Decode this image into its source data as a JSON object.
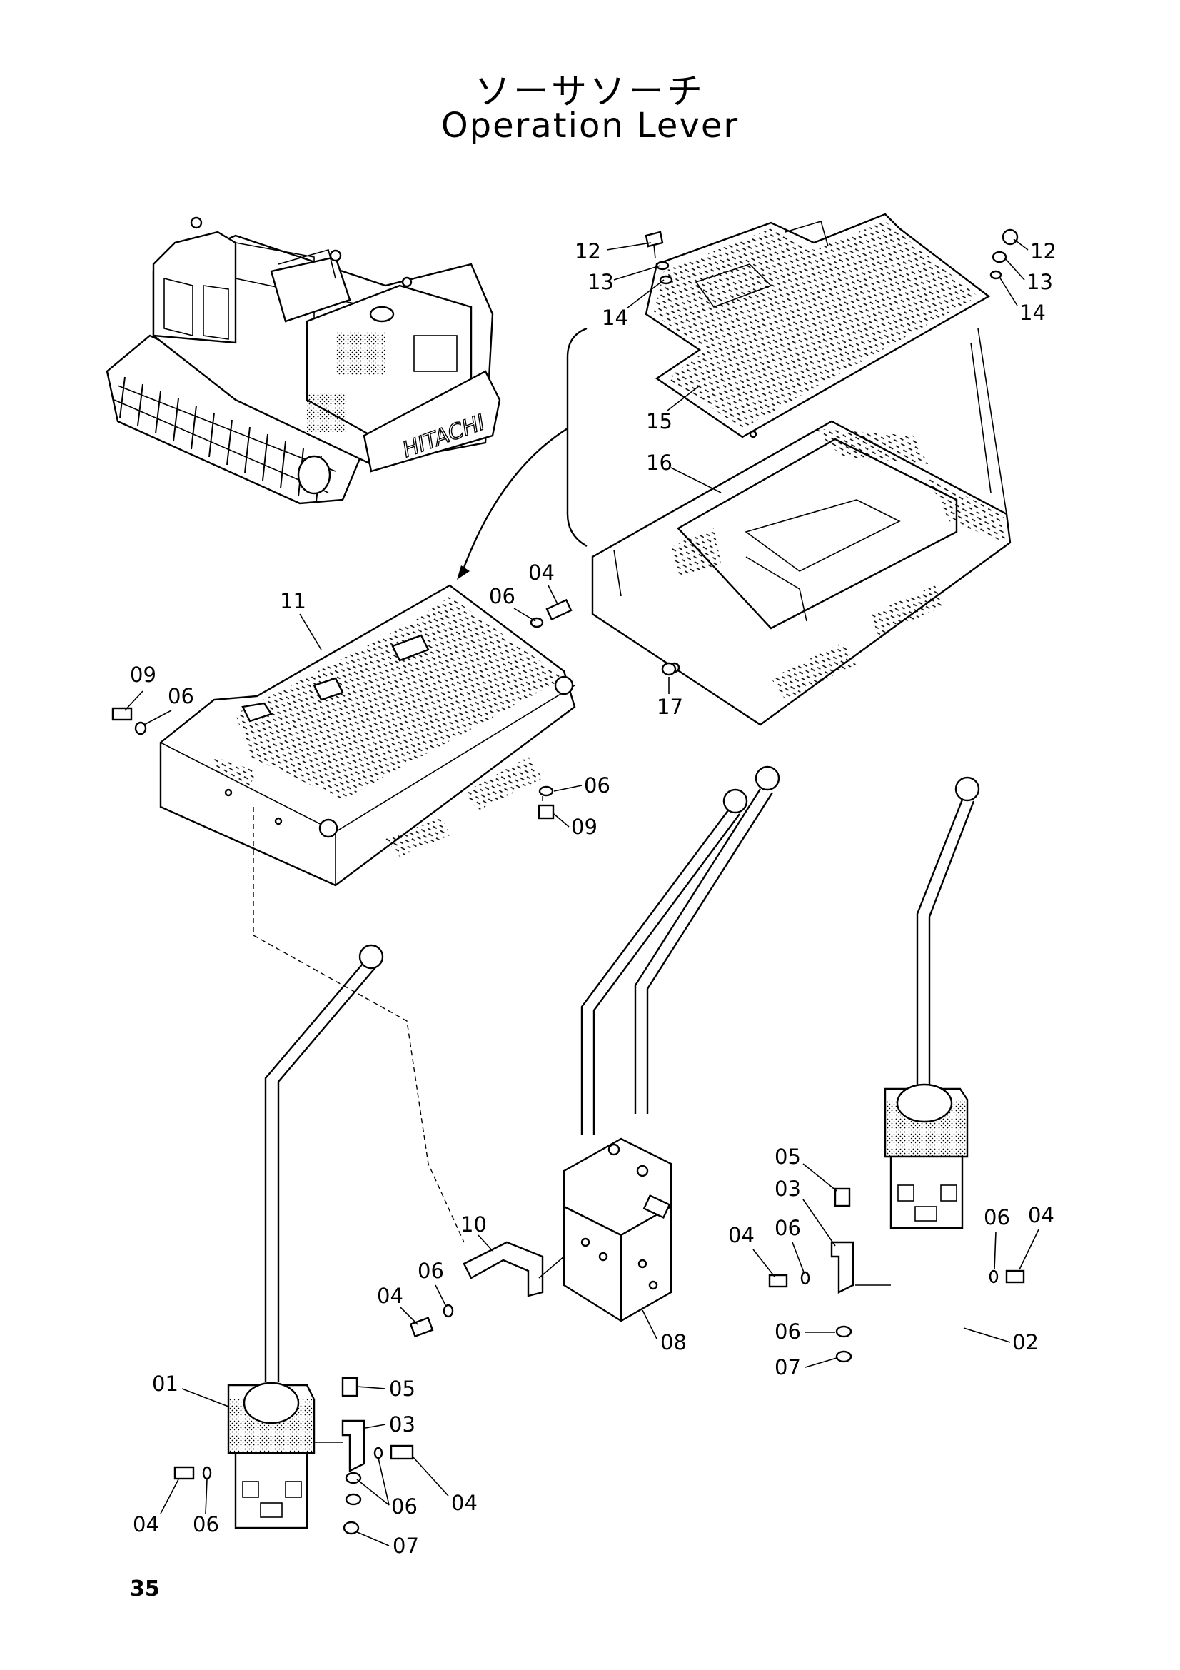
{
  "title_jp": "ソーサソーチ",
  "title_en": "Operation Lever",
  "page_number": "35",
  "brand_on_machine": "HITACHI",
  "callouts": {
    "c12a": "12",
    "c13a": "13",
    "c14a": "14",
    "c15": "15",
    "c16": "16",
    "c12b": "12",
    "c13b": "13",
    "c14b": "14",
    "c11": "11",
    "c09a": "09",
    "c06a": "06",
    "c06b": "06",
    "c04a": "04",
    "c17": "17",
    "c06c": "06",
    "c09b": "09",
    "c01": "01",
    "c05a": "05",
    "c03a": "03",
    "c04b": "04",
    "c06d": "06",
    "c04c": "04",
    "c06e": "06",
    "c07a": "07",
    "c10": "10",
    "c06f": "06",
    "c04d": "04",
    "c08": "08",
    "c05b": "05",
    "c03b": "03",
    "c04e": "04",
    "c06g": "06",
    "c06h": "06",
    "c07b": "07",
    "c06i": "06",
    "c04f": "04",
    "c02": "02"
  }
}
